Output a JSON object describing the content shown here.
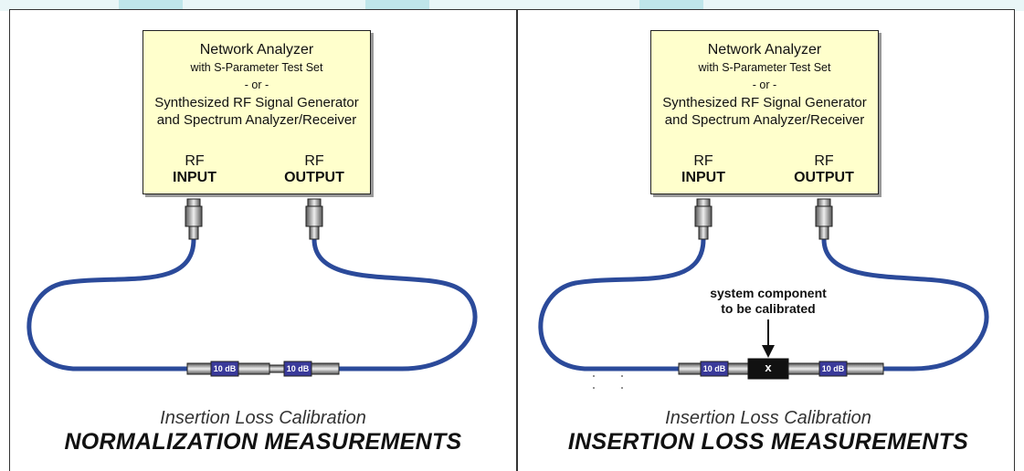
{
  "colors": {
    "box_fill": "#ffffcc",
    "cable": "#2b4a9a",
    "attenuator_band": "#3a3a9a",
    "dut_fill": "#111111"
  },
  "panels": [
    {
      "box": {
        "title": "Network Analyzer",
        "line2": "with S-Parameter Test Set",
        "line3": "- or -",
        "line4": "Synthesized RF Signal Generator",
        "line5": "and Spectrum Analyzer/Receiver"
      },
      "ports": {
        "input_rf": "RF",
        "input_label": "INPUT",
        "output_rf": "RF",
        "output_label": "OUTPUT"
      },
      "attenuators": [
        "10 dB",
        "10 dB"
      ],
      "caption_sub": "Insertion Loss Calibration",
      "caption_main": "NORMALIZATION MEASUREMENTS"
    },
    {
      "box": {
        "title": "Network Analyzer",
        "line2": "with S-Parameter Test Set",
        "line3": "- or -",
        "line4": "Synthesized RF Signal Generator",
        "line5": "and Spectrum Analyzer/Receiver"
      },
      "ports": {
        "input_rf": "RF",
        "input_label": "INPUT",
        "output_rf": "RF",
        "output_label": "OUTPUT"
      },
      "attenuators": [
        "10 dB",
        "10 dB"
      ],
      "dut_label": "x",
      "note_line1": "system component",
      "note_line2": "to be calibrated",
      "caption_sub": "Insertion Loss Calibration",
      "caption_main": "INSERTION LOSS MEASUREMENTS"
    }
  ]
}
